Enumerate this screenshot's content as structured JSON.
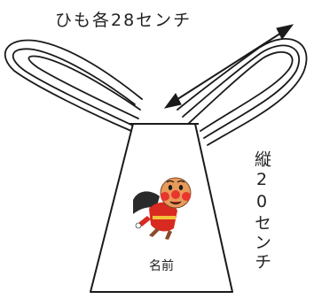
{
  "labels": {
    "strap_length": "ひも各28センチ",
    "height": "縦20センチ",
    "name": "名前"
  },
  "colors": {
    "line": "#1a1a1a",
    "character_face": "#e89a5a",
    "character_nose": "#e8362c",
    "character_body": "#d82a20",
    "character_cape": "#2a2a2a"
  },
  "icons": {
    "arrow": "double-headed-arrow",
    "character": "anpanman-character"
  }
}
